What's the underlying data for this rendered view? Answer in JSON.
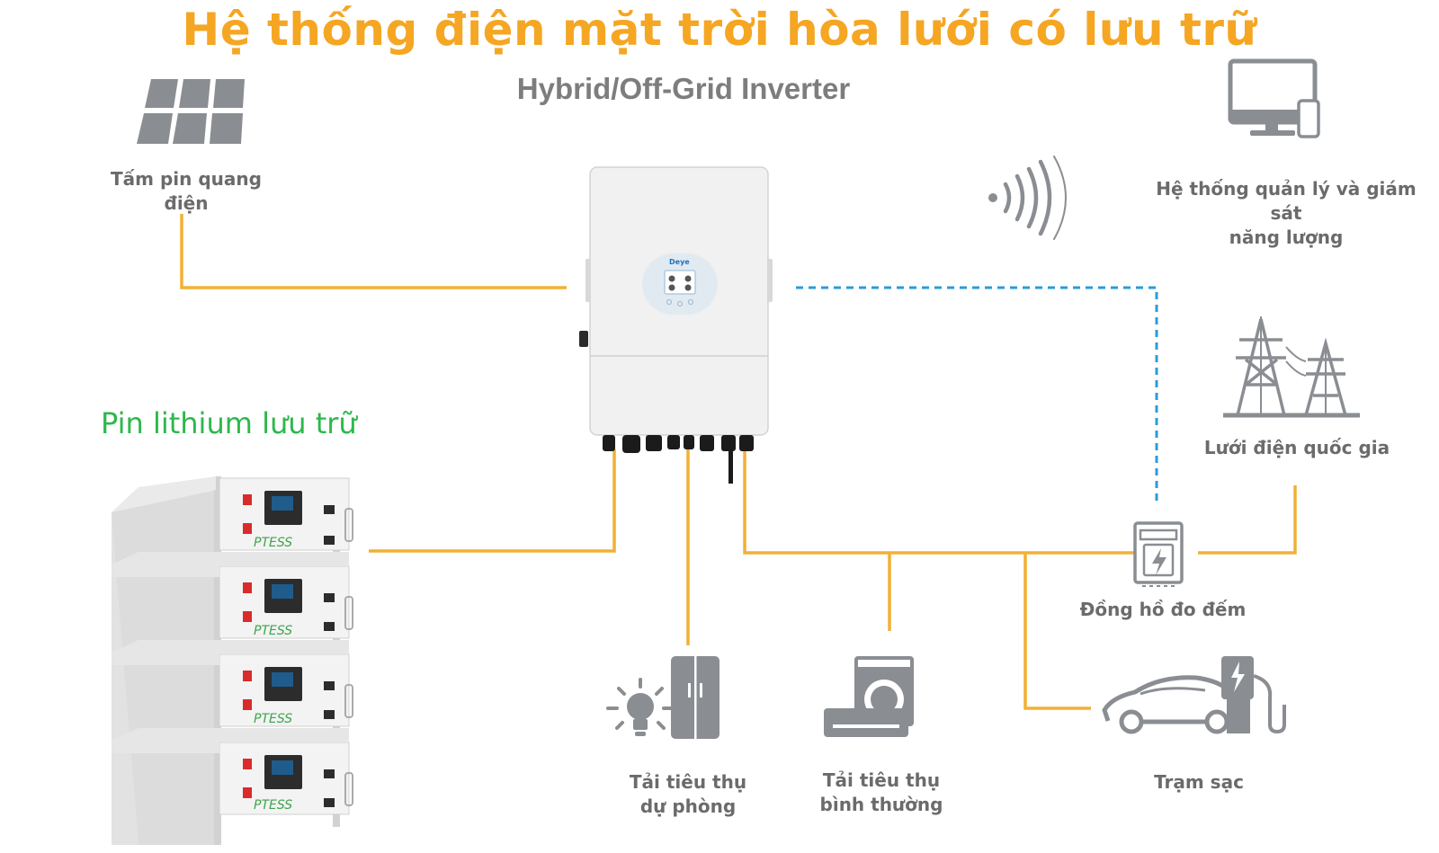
{
  "title": "Hệ thống điện mặt trời hòa lưới có lưu trữ",
  "subtitle": "Hybrid/Off-Grid Inverter",
  "labels": {
    "solar": "Tấm pin quang điện",
    "monitoring_line1": "Hệ thống quản lý và giám sát",
    "monitoring_line2": "năng lượng",
    "grid": "Lưới điện quốc gia",
    "meter": "Đồng hồ đo đếm",
    "backup_line1": "Tải tiêu thụ",
    "backup_line2": "dự phòng",
    "normal_line1": "Tải tiêu thụ",
    "normal_line2": "bình thường",
    "charging": "Trạm sạc",
    "battery": "Pin lithium lưu trữ"
  },
  "inverter": {
    "brand": "Deye"
  },
  "battery_brand": "PTESS",
  "colors": {
    "title": "#f5a623",
    "power_line": "#f2b035",
    "data_line": "#2b9bd8",
    "icon_gray": "#8a8d92",
    "battery_title": "#2db84c"
  }
}
